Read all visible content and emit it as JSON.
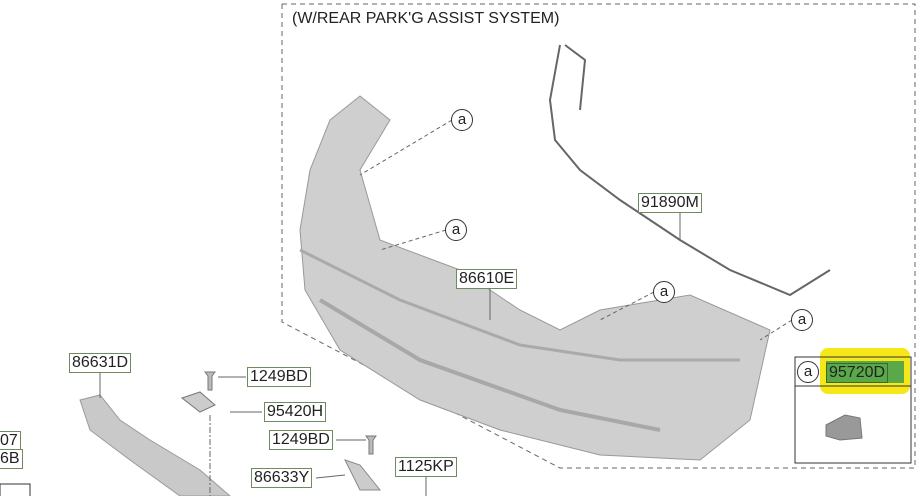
{
  "title": "(W/REAR PARK'G ASSIST SYSTEM)",
  "callout_marker": "a",
  "parts": {
    "wiring": "91890M",
    "bumper_cover": "86610E",
    "sensor": "95720D",
    "bracket_left": "86631D",
    "screw_top": "1249BD",
    "sensor_lower": "95420H",
    "screw_lower": "1249BD",
    "bracket_small": "86633Y",
    "clip": "1125KP",
    "cut_1": "07",
    "cut_2": "6B"
  },
  "highlight_color": "#f5e400",
  "highlight_fill": "#5aa84a"
}
